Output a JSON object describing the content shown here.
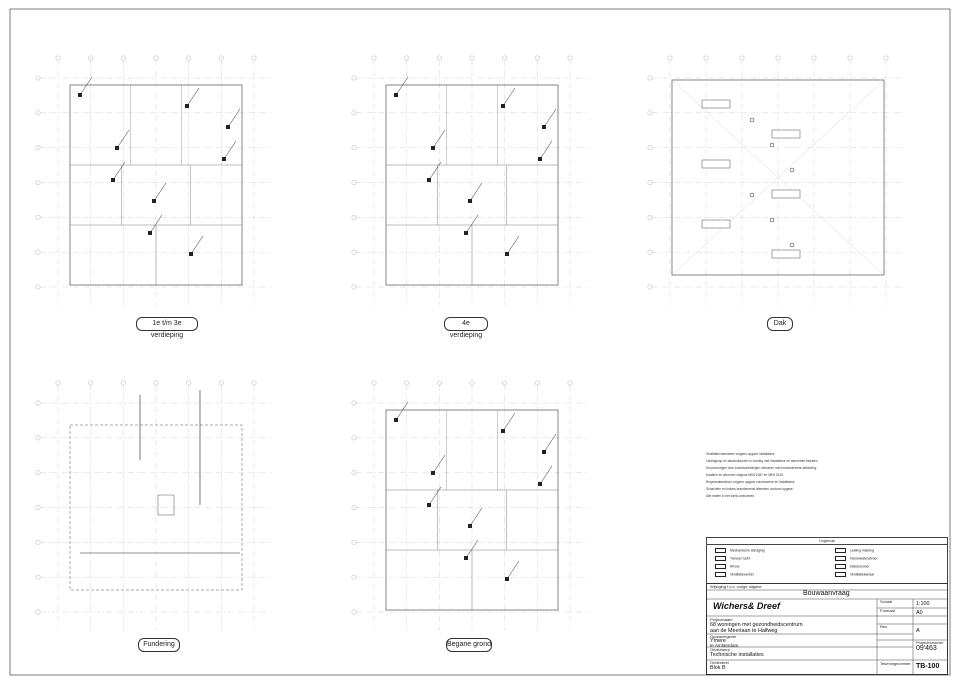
{
  "drawing": {
    "views": [
      {
        "label": "1e t/m 3e verdieping"
      },
      {
        "label": "4e verdieping"
      },
      {
        "label": "Dak"
      },
      {
        "label": "Fundering"
      },
      {
        "label": "Begane grond"
      }
    ],
    "colors": {
      "line": "#555555",
      "grid": "#9a9a9a",
      "light": "#c8c8c8",
      "accent": "#222222"
    }
  },
  "notes": [
    "Ventilatieonderdelen volgens opgave installateur.",
    "Leidingloop en aansluitpunten in overleg met installateur en aannemer bepalen.",
    "Doorvoeringen door brandscheidingen uitvoeren met brandwerende afdichting.",
    "Kanalen en afvoeren volgens NEN 1087 en NEN 3215.",
    "Regenwaterafvoer volgens opgave constructeur en installateur.",
    "Schachten en kokers brandwerend afwerken conform opgave.",
    "Alle maten in het werk controleren."
  ],
  "legend": {
    "title": "Legenda",
    "items": [
      {
        "label": "Mechanische afzuiging"
      },
      {
        "label": "Toevoer lucht"
      },
      {
        "label": "Afvoer"
      },
      {
        "label": "Ventilatieventiel"
      },
      {
        "label": "Leiding riolering"
      },
      {
        "label": "Hemelwaterafvoer"
      },
      {
        "label": "Dakdoorvoer"
      },
      {
        "label": "Ventilatiekanaal"
      }
    ]
  },
  "title_block": {
    "revision_line": "Wijziging t.o.v. vorige uitgave",
    "stage": "Bouwaanvraag",
    "firm": "Wichers& Dreef",
    "project_label": "Projectnaam",
    "project_name": "68 woningen met gezondheidscentrum",
    "project_location": "aan de Meerlaan te Halfweg",
    "client_label": "Opdrachtgever",
    "client": "Ymere",
    "client_city": "te Amsterdam",
    "subject_label": "Onderwerp",
    "subject": "Technische installaties",
    "part_label": "Onderdeel",
    "part": "Blok B",
    "scale_label": "Schaal",
    "scale": "1:100",
    "format_label": "Formaat",
    "format": "A0",
    "project_no_label": "Projectnummer",
    "project_no": "09'463",
    "sheet_label": "Tekeningnummer",
    "sheet_no": "TB-100",
    "rev_label": "Rev.",
    "rev": "A"
  }
}
